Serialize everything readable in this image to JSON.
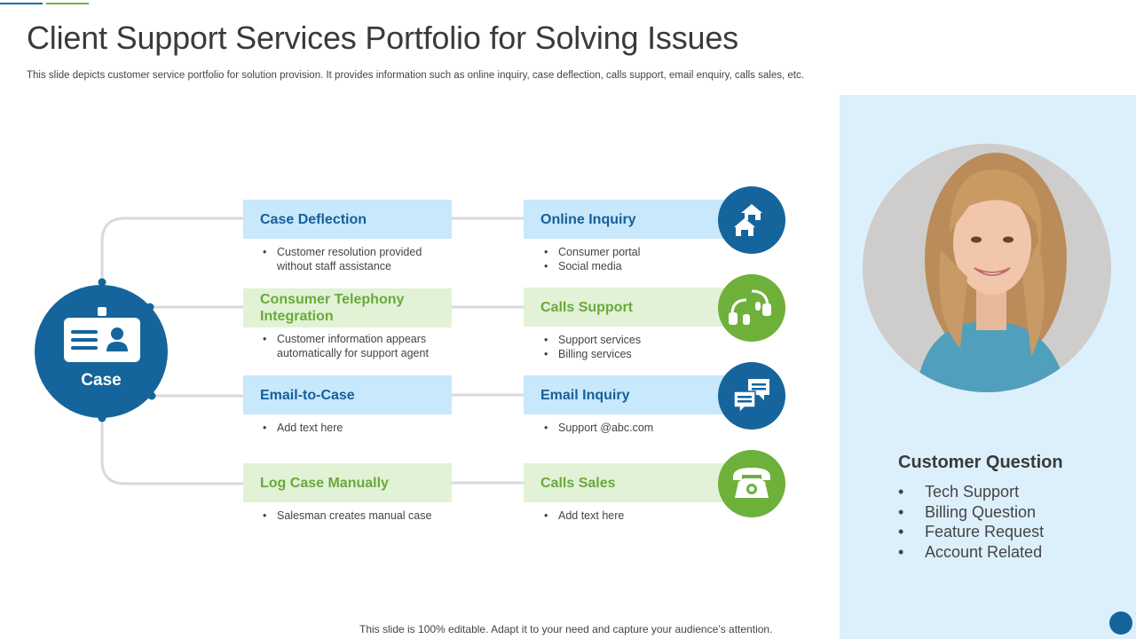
{
  "header": {
    "title": "Client Support Services Portfolio for Solving Issues",
    "subtitle": "This slide depicts customer service portfolio for solution provision. It provides information such as online inquiry, case deflection, calls support, email enquiry, calls sales, etc."
  },
  "hub": {
    "label": "Case",
    "icon": "id-card-icon"
  },
  "left_boxes": [
    {
      "title": "Case Deflection",
      "color": "blue",
      "bullets": [
        "Customer resolution provided without staff assistance"
      ]
    },
    {
      "title": "Consumer Telephony Integration",
      "color": "green",
      "bullets": [
        "Customer information appears automatically for support agent"
      ]
    },
    {
      "title": "Email-to-Case",
      "color": "blue",
      "bullets": [
        "Add text here"
      ]
    },
    {
      "title": "Log Case Manually",
      "color": "green",
      "bullets": [
        "Salesman creates manual case"
      ]
    }
  ],
  "right_boxes": [
    {
      "title": "Online Inquiry",
      "color": "blue",
      "icon": "house-icon",
      "bullets": [
        "Consumer portal",
        "Social media"
      ]
    },
    {
      "title": "Calls Support",
      "color": "green",
      "icon": "headset-icon",
      "bullets": [
        "Support services",
        "Billing services"
      ]
    },
    {
      "title": "Email Inquiry",
      "color": "blue",
      "icon": "chat-bubbles-icon",
      "bullets": [
        "Support @abc.com"
      ]
    },
    {
      "title": "Calls Sales",
      "color": "green",
      "icon": "telephone-icon",
      "bullets": [
        "Add text here"
      ]
    }
  ],
  "customer_question": {
    "title": "Customer Question",
    "items": [
      "Tech Support",
      "Billing Question",
      "Feature Request",
      "Account Related"
    ]
  },
  "footer": {
    "text": "This slide is 100% editable. Adapt it to your need and capture your audience’s attention."
  },
  "colors": {
    "blue_dark": "#15659c",
    "blue_light": "#c8e8fb",
    "green_dark": "#6db13a",
    "green_light": "#e1f2d6",
    "panel_bg": "#dcf0fc"
  }
}
